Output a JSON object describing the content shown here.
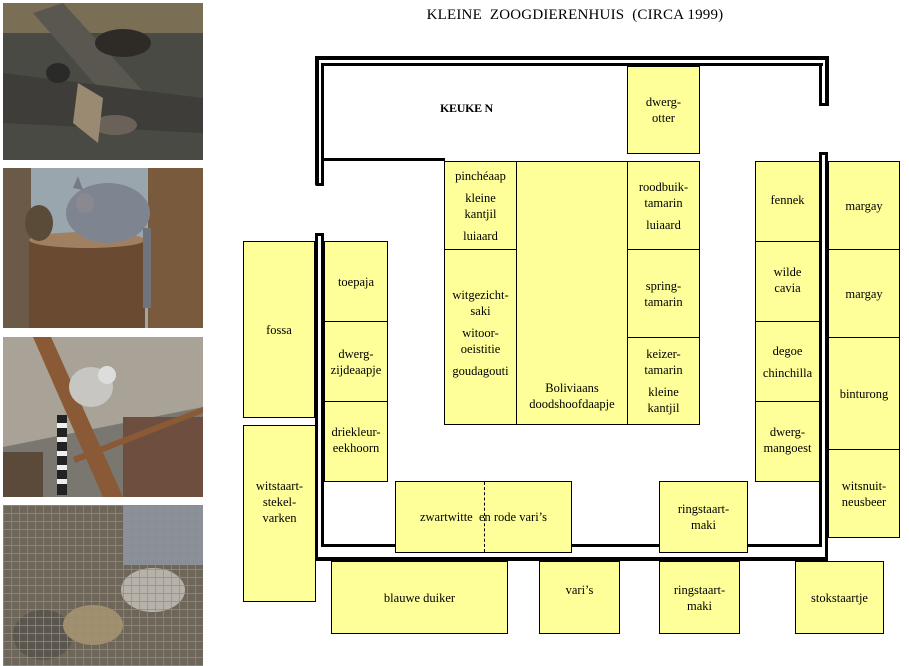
{
  "title": "KLEINE  ZOOGDIERENHUIS  (CIRCA 1999)",
  "photos": [
    {
      "subject": "rodents-on-branches-photo"
    },
    {
      "subject": "chinchilla-photo"
    },
    {
      "subject": "ring-tailed-lemur-photo"
    },
    {
      "subject": "caged-animals-photo"
    }
  ],
  "colors": {
    "enclosure_fill": "#ffff99",
    "wall": "#000000",
    "background": "#ffffff"
  },
  "rooms": {
    "keuken": "KEUKE N"
  },
  "enclosures": {
    "dwergotter": [
      "dwerg-",
      "otter"
    ],
    "pincheaap_block": {
      "a": "pinchéaap",
      "b": [
        "kleine",
        "kantjil"
      ],
      "c": "luiaard"
    },
    "witgezicht_block": {
      "a": [
        "witgezicht-",
        "saki"
      ],
      "b": [
        "witoor-",
        "oeistitie"
      ],
      "c": "goudagouti"
    },
    "doodshoofdaapje": [
      "Boliviaans",
      "doodshoofdaapje"
    ],
    "roodbuik_block": {
      "a": [
        "roodbuik-",
        "tamarin"
      ],
      "b": "luiaard"
    },
    "springtamarin": [
      "spring-",
      "tamarin"
    ],
    "keizer_block": {
      "a": [
        "keizer-",
        "tamarin"
      ],
      "b": [
        "kleine",
        "kantjil"
      ]
    },
    "fossa": "fossa",
    "toepaja": "toepaja",
    "dwergzijdeaapje": [
      "dwerg-",
      "zijdeaapje"
    ],
    "driekleureekhoorn": [
      "driekleur-",
      "eekhoorn"
    ],
    "witstaartstekelvarken": [
      "witstaart-",
      "stekel-",
      "varken"
    ],
    "zwartwitte_rode_varis": "zwartwitte  en rode vari’s",
    "ringstaartmaki_inside": [
      "ringstaart-",
      "maki"
    ],
    "fennek": "fennek",
    "wildecavia": [
      "wilde",
      "cavia"
    ],
    "degoe_chinchilla": {
      "a": "degoe",
      "b": "chinchilla"
    },
    "dwergmangoest": [
      "dwerg-",
      "mangoest"
    ],
    "margay1": "margay",
    "margay2": "margay",
    "binturong": "binturong",
    "witsnuitneusbeer": [
      "witsnuit-",
      "neusbeer"
    ],
    "blauweduiker": "blauwe duiker",
    "varis": "vari’s",
    "ringstaartmaki_outside": [
      "ringstaart-",
      "maki"
    ],
    "stokstaartje": "stokstaartje"
  }
}
